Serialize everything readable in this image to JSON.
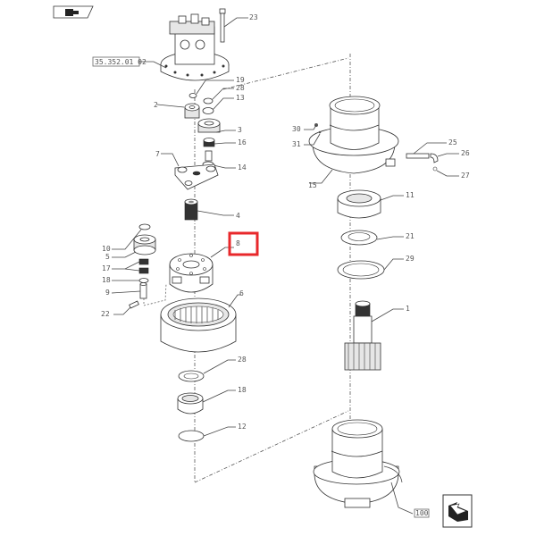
{
  "diagram": {
    "title": "Swing reduction gear exploded view",
    "reference_label": "35.352.01 02",
    "cross_reference_label": "100",
    "highlight": {
      "callout": "8",
      "color": "#e8282b"
    },
    "nav_icons": {
      "top_left": "previous-section-icon",
      "bottom_right": "next-section-icon"
    },
    "callouts": {
      "c23": "23",
      "c19": "19",
      "c28a": "28",
      "c13": "13",
      "c2": "2",
      "c3": "3",
      "c16": "16",
      "c7": "7",
      "c14": "14",
      "c4": "4",
      "c10": "10",
      "c5": "5",
      "c8": "8",
      "c17": "17",
      "c18": "18",
      "c9": "9",
      "c22": "22",
      "c6": "6",
      "c28b": "28",
      "c18b": "18",
      "c12": "12",
      "c30": "30",
      "c31": "31",
      "c15": "15",
      "c25": "25",
      "c26": "26",
      "c27": "27",
      "c11": "11",
      "c21": "21",
      "c29": "29",
      "c1": "1"
    }
  }
}
